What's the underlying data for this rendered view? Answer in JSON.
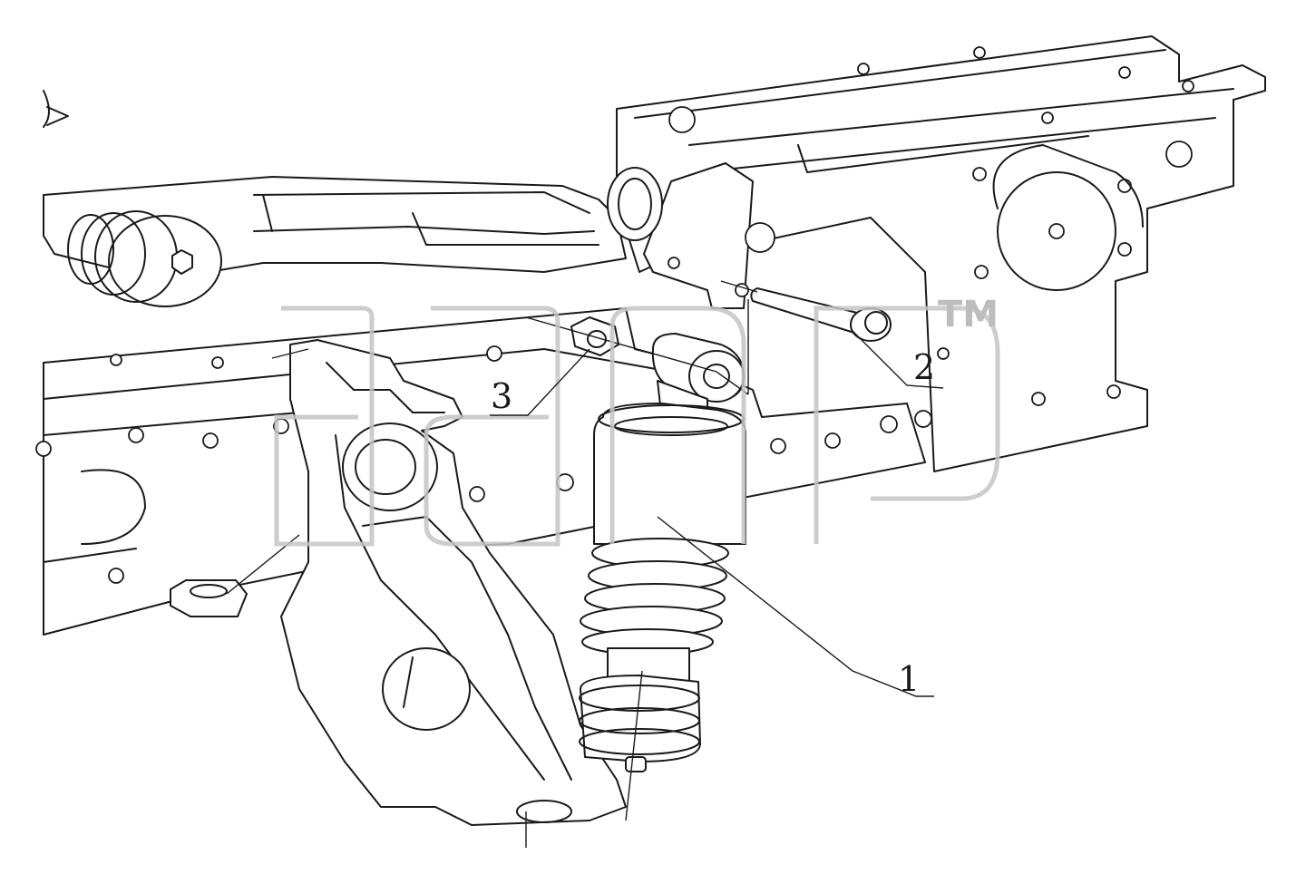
{
  "callouts": [
    {
      "label": "1",
      "part": "shock-absorber"
    },
    {
      "label": "2",
      "part": "bolt"
    },
    {
      "label": "3",
      "part": "nut"
    }
  ],
  "watermark": {
    "tm": "TM"
  },
  "colors": {
    "line": "#1a1a1a",
    "background": "#ffffff",
    "watermark": "#c4c4c4"
  }
}
